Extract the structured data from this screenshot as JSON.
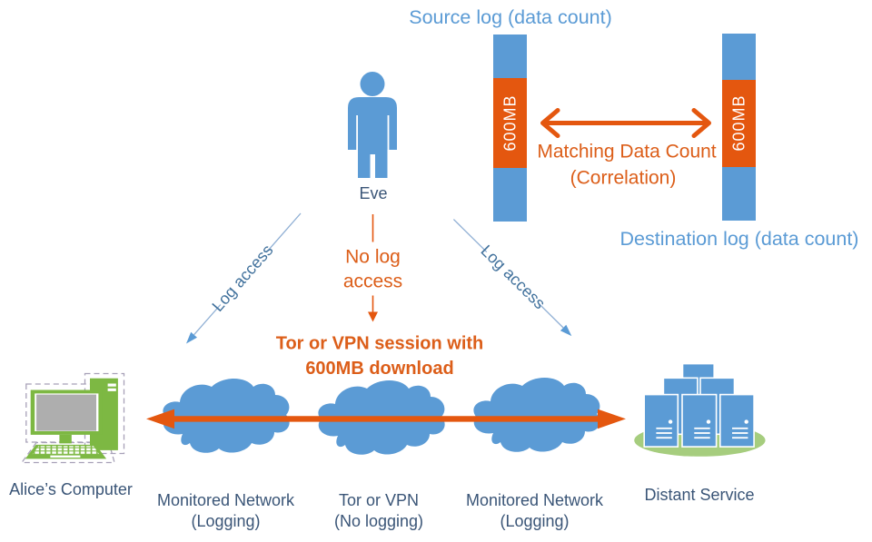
{
  "title": "Tor/VPN traffic correlation attack diagram",
  "colors": {
    "blue": "#5B9BD5",
    "blue_text": "#5B9BD5",
    "orange": "#E4570F",
    "orange_text": "#DC5E19",
    "label_dark": "#3A5577",
    "log_text_blue": "#41719C",
    "line_blue": "#8FAFD4",
    "green": "#7DB843",
    "screen_gray": "#AEAEAE",
    "ellipse_green": "#A6CD7E",
    "dash_gray": "#A7A1B8",
    "white": "#FFFFFF"
  },
  "top": {
    "source_log_label": "Source log (data count)",
    "destination_log_label": "Destination log (data count)",
    "source_bar_value": "600MB",
    "destination_bar_value": "600MB",
    "matching_line1": "Matching Data Count",
    "matching_line2": "(Correlation)"
  },
  "eve": {
    "label": "Eve",
    "left_arrow_label": "Log access",
    "middle_arrow_label_line1": "No log",
    "middle_arrow_label_line2": "access",
    "right_arrow_label": "Log access"
  },
  "session": {
    "line1": "Tor or VPN session with",
    "line2": "600MB download"
  },
  "bottom": {
    "alice_label": "Alice’s Computer",
    "clouds": [
      {
        "name": "Monitored Network",
        "status": "(Logging)"
      },
      {
        "name": "Tor or VPN",
        "status": "(No logging)"
      },
      {
        "name": "Monitored Network",
        "status": "(Logging)"
      }
    ],
    "distant_label": "Distant Service"
  }
}
